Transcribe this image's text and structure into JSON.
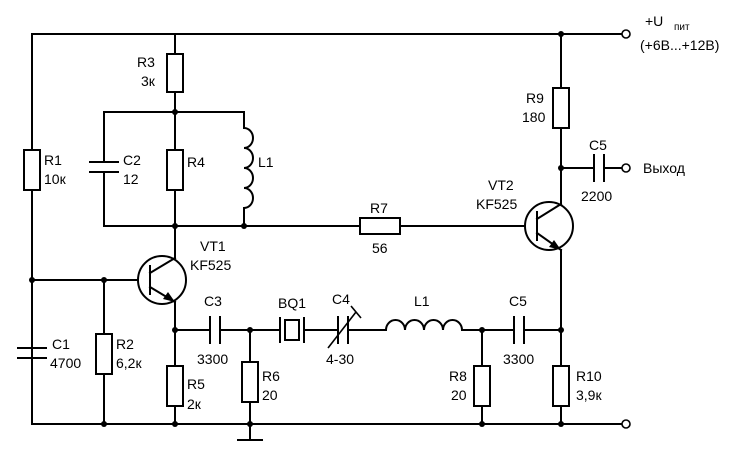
{
  "supply": {
    "label_main": "+U",
    "label_sub": "пит",
    "range": "(+6В...+12В)"
  },
  "output": {
    "label": "Выход"
  },
  "components": {
    "R1": {
      "ref": "R1",
      "value": "10к"
    },
    "R2": {
      "ref": "R2",
      "value": "6,2к"
    },
    "R3": {
      "ref": "R3",
      "value": "3к"
    },
    "R4": {
      "ref": "R4",
      "value": ""
    },
    "R5": {
      "ref": "R5",
      "value": "2к"
    },
    "R6": {
      "ref": "R6",
      "value": "20"
    },
    "R7": {
      "ref": "R7",
      "value": "56"
    },
    "R8": {
      "ref": "R8",
      "value": "20"
    },
    "R9": {
      "ref": "R9",
      "value": "180"
    },
    "R10": {
      "ref": "R10",
      "value": "3,9к"
    },
    "C1": {
      "ref": "C1",
      "value": "4700"
    },
    "C2": {
      "ref": "C2",
      "value": "12"
    },
    "C3": {
      "ref": "C3",
      "value": "3300"
    },
    "C4": {
      "ref": "C4",
      "value": "4-30"
    },
    "C5a": {
      "ref": "C5",
      "value": "3300"
    },
    "C5b": {
      "ref": "C5",
      "value": "2200"
    },
    "L1a": {
      "ref": "L1",
      "value": ""
    },
    "L1b": {
      "ref": "L1",
      "value": ""
    },
    "BQ1": {
      "ref": "BQ1",
      "value": ""
    },
    "VT1": {
      "ref": "VT1",
      "value": "KF525"
    },
    "VT2": {
      "ref": "VT2",
      "value": "KF525"
    }
  }
}
